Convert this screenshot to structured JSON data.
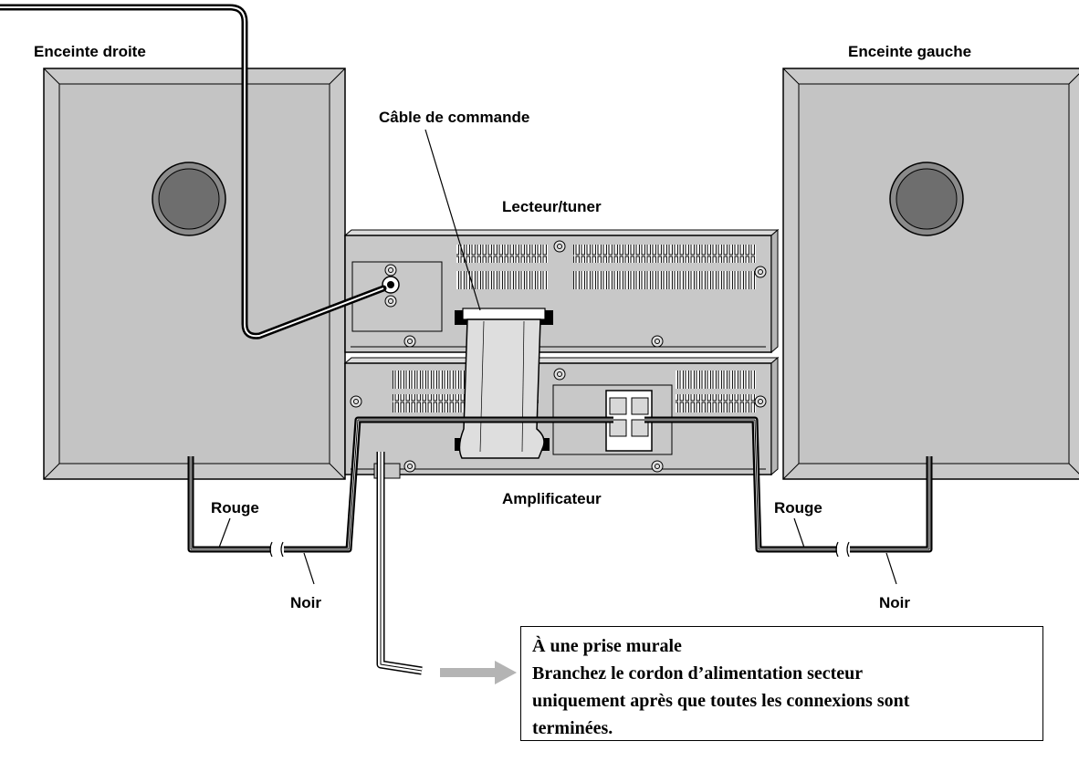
{
  "labels": {
    "right_speaker": "Enceinte droite",
    "left_speaker": "Enceinte gauche",
    "control_cable": "Câble de commande",
    "player_tuner": "Lecteur/tuner",
    "amplifier": "Amplificateur",
    "red_left": "Rouge",
    "black_left": "Noir",
    "red_right": "Rouge",
    "black_right": "Noir"
  },
  "note": {
    "title": "À une prise murale",
    "line1": "Branchez le cordon d’alimentation secteur",
    "line2": "uniquement après que toutes les connexions sont",
    "line3": "terminées."
  },
  "colors": {
    "panel_gray": "#c8c8c8",
    "speaker_gray": "#c9c9c9",
    "woofer_dark": "#6e6e6e",
    "arrow_gray": "#b4b4b4",
    "cable": "#000000"
  }
}
